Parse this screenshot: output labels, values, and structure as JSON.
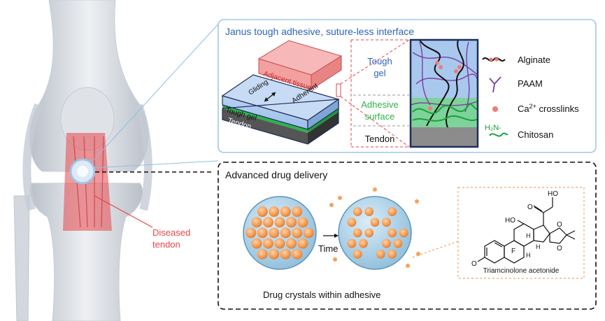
{
  "knee": {
    "diseased_label": "Diseased\ntendon"
  },
  "janus_panel": {
    "title": "Janus tough adhesive, suture-less interface",
    "block_labels": {
      "adjacent": "Adjacent tissue",
      "gliding": "Gliding",
      "tough_gel": "Tough gel",
      "adherent": "Adherent",
      "tendon": "Tendon"
    },
    "layers": {
      "tough": "Tough\ngel",
      "adhesive": "Adhesive\nsurface",
      "tendon": "Tendon"
    },
    "legend": {
      "alginate": "Alginate",
      "paam": "PAAM",
      "ca_prefix": "Ca",
      "ca_sup": "2+",
      "ca_suffix": " crosslinks",
      "chitosan": "Chitosan",
      "chitosan_group": "H₂N-"
    },
    "colors": {
      "tough_gel": "#aac8ee",
      "adhesive": "#2db34a",
      "tendon_gray": "#9a9a9a",
      "pink": "#f28f8f",
      "purple": "#7b3fa0",
      "title_blue": "#2f63b8"
    }
  },
  "drug_panel": {
    "title": "Advanced drug delivery",
    "time_label": "Time",
    "caption": "Drug crystals within adhesive",
    "molecule_name": "Triamcinolone acetonide",
    "atoms": {
      "ho_top": "HO",
      "o_ketone": "O",
      "ho_left": "HO",
      "h1": "H",
      "h2": "H",
      "h3": "H",
      "f": "F",
      "o1": "O",
      "o2": "O",
      "o_ring": "O"
    }
  }
}
